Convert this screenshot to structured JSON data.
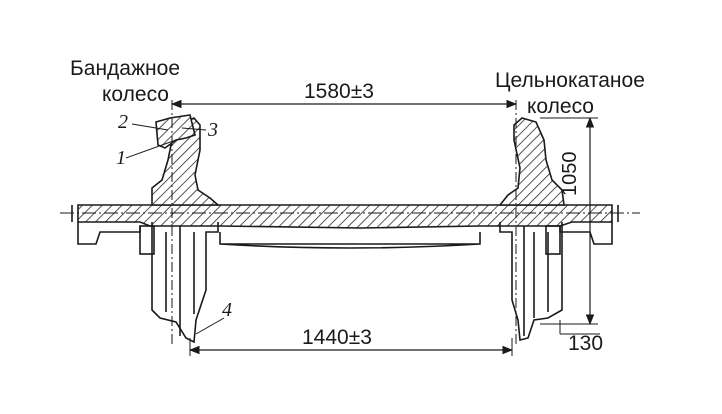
{
  "labels": {
    "left_wheel_line1": "Бандажное",
    "left_wheel_line2": "колесо",
    "right_wheel_line1": "Цельнокатаное",
    "right_wheel_line2": "колесо"
  },
  "dimensions": {
    "top_span": "1580±3",
    "bottom_span": "1440±3",
    "diameter": "1050",
    "height_small": "130"
  },
  "callouts": {
    "c1": "1",
    "c2": "2",
    "c3": "3",
    "c4": "4"
  },
  "colors": {
    "ink": "#1a1a1a",
    "hatch": "#2a2a2a",
    "paper": "#ffffff"
  }
}
